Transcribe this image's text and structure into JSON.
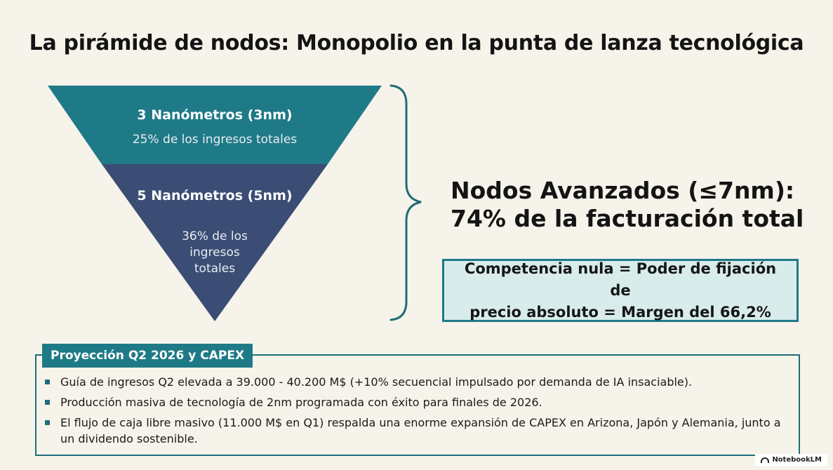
{
  "title": "La pirámide de nodos: Monopolio en la punta de lanza tecnológica",
  "pyramid": {
    "tiers": [
      {
        "label": "3 Nanómetros (3nm)",
        "sub": "25% de los ingresos totales",
        "color": "#1f7a87",
        "share_percent": 25
      },
      {
        "label": "5 Nanómetros (5nm)",
        "sub_lines": [
          "36% de los",
          "ingresos",
          "totales"
        ],
        "color": "#3b4d75",
        "share_percent": 36
      }
    ]
  },
  "headline": {
    "line1": "Nodos Avanzados (≤7nm):",
    "line2": "74% de la facturación total"
  },
  "callout": {
    "line1": "Competencia nula = Poder de fijación de",
    "line2": "precio absoluto = Margen del 66,2%"
  },
  "projection": {
    "tab": "Proyección Q2 2026 y CAPEX",
    "bullets": [
      "Guía de ingresos Q2 elevada a 39.000 - 40.200 M$ (+10% secuencial impulsado por demanda de IA insaciable).",
      "Producción masiva de tecnología de 2nm programada con éxito para finales de 2026.",
      "El flujo de caja libre masivo (11.000 M$ en Q1) respalda una enorme expansión de CAPEX en Arizona, Japón y Alemania, junto a un dividendo sostenible."
    ]
  },
  "brand": {
    "label": "NotebookLM",
    "icon": "notebooklm-logo-icon"
  },
  "colors": {
    "teal": "#1f7a87",
    "navy": "#3b4d75",
    "callout_bg": "#d8ecec",
    "background": "#f6f3ea"
  }
}
